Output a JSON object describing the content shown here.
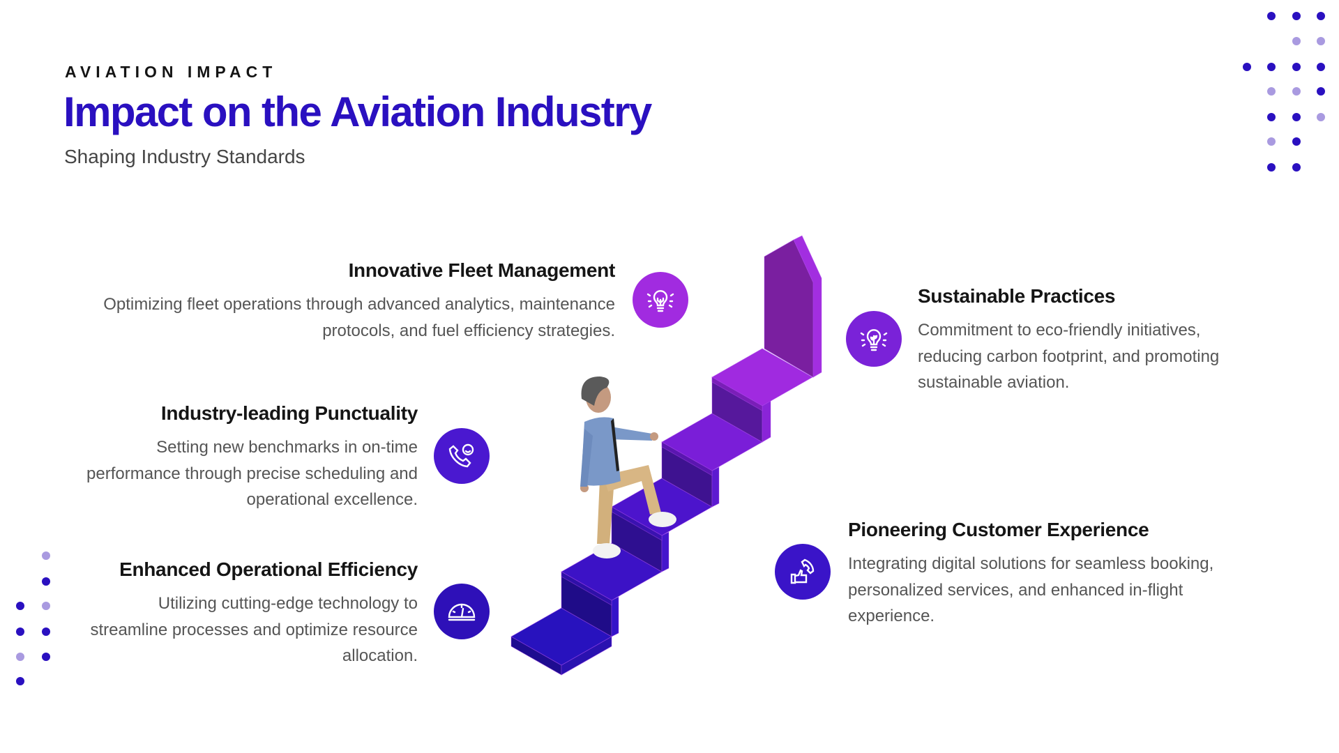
{
  "header": {
    "eyebrow": "AVIATION IMPACT",
    "title": "Impact on the Aviation Industry",
    "subtitle": "Shaping Industry Standards"
  },
  "colors": {
    "title": "#2a10c0",
    "fleet_icon": "#a12be0",
    "sustainable_icon": "#7a22d8",
    "punctuality_icon": "#4a18d0",
    "efficiency_icon": "#2e10b8",
    "customer_icon": "#3a14c8"
  },
  "items": {
    "fleet": {
      "title": "Innovative Fleet Management",
      "lines": [
        "Optimizing fleet operations through advanced analytics, maintenance",
        "protocols, and fuel efficiency strategies."
      ],
      "icon": "lightbulb-circuit-icon"
    },
    "punctuality": {
      "title": "Industry-leading Punctuality",
      "lines": [
        "Setting new benchmarks in on-time",
        "performance through precise scheduling and",
        "operational excellence."
      ],
      "icon": "phone-smile-icon"
    },
    "efficiency": {
      "title": "Enhanced Operational Efficiency",
      "lines": [
        "Utilizing cutting-edge technology to",
        "streamline processes and optimize resource",
        "allocation."
      ],
      "icon": "gauge-icon"
    },
    "sustainable": {
      "title": "Sustainable Practices",
      "lines": [
        "Commitment to eco-friendly initiatives,",
        "reducing carbon footprint, and promoting",
        "sustainable aviation."
      ],
      "icon": "lightbulb-leaf-icon"
    },
    "customer": {
      "title": "Pioneering Customer Experience",
      "lines": [
        "Integrating digital solutions for seamless booking,",
        "personalized services, and enhanced in-flight",
        "experience."
      ],
      "icon": "thumbs-up-phone-icon"
    }
  }
}
